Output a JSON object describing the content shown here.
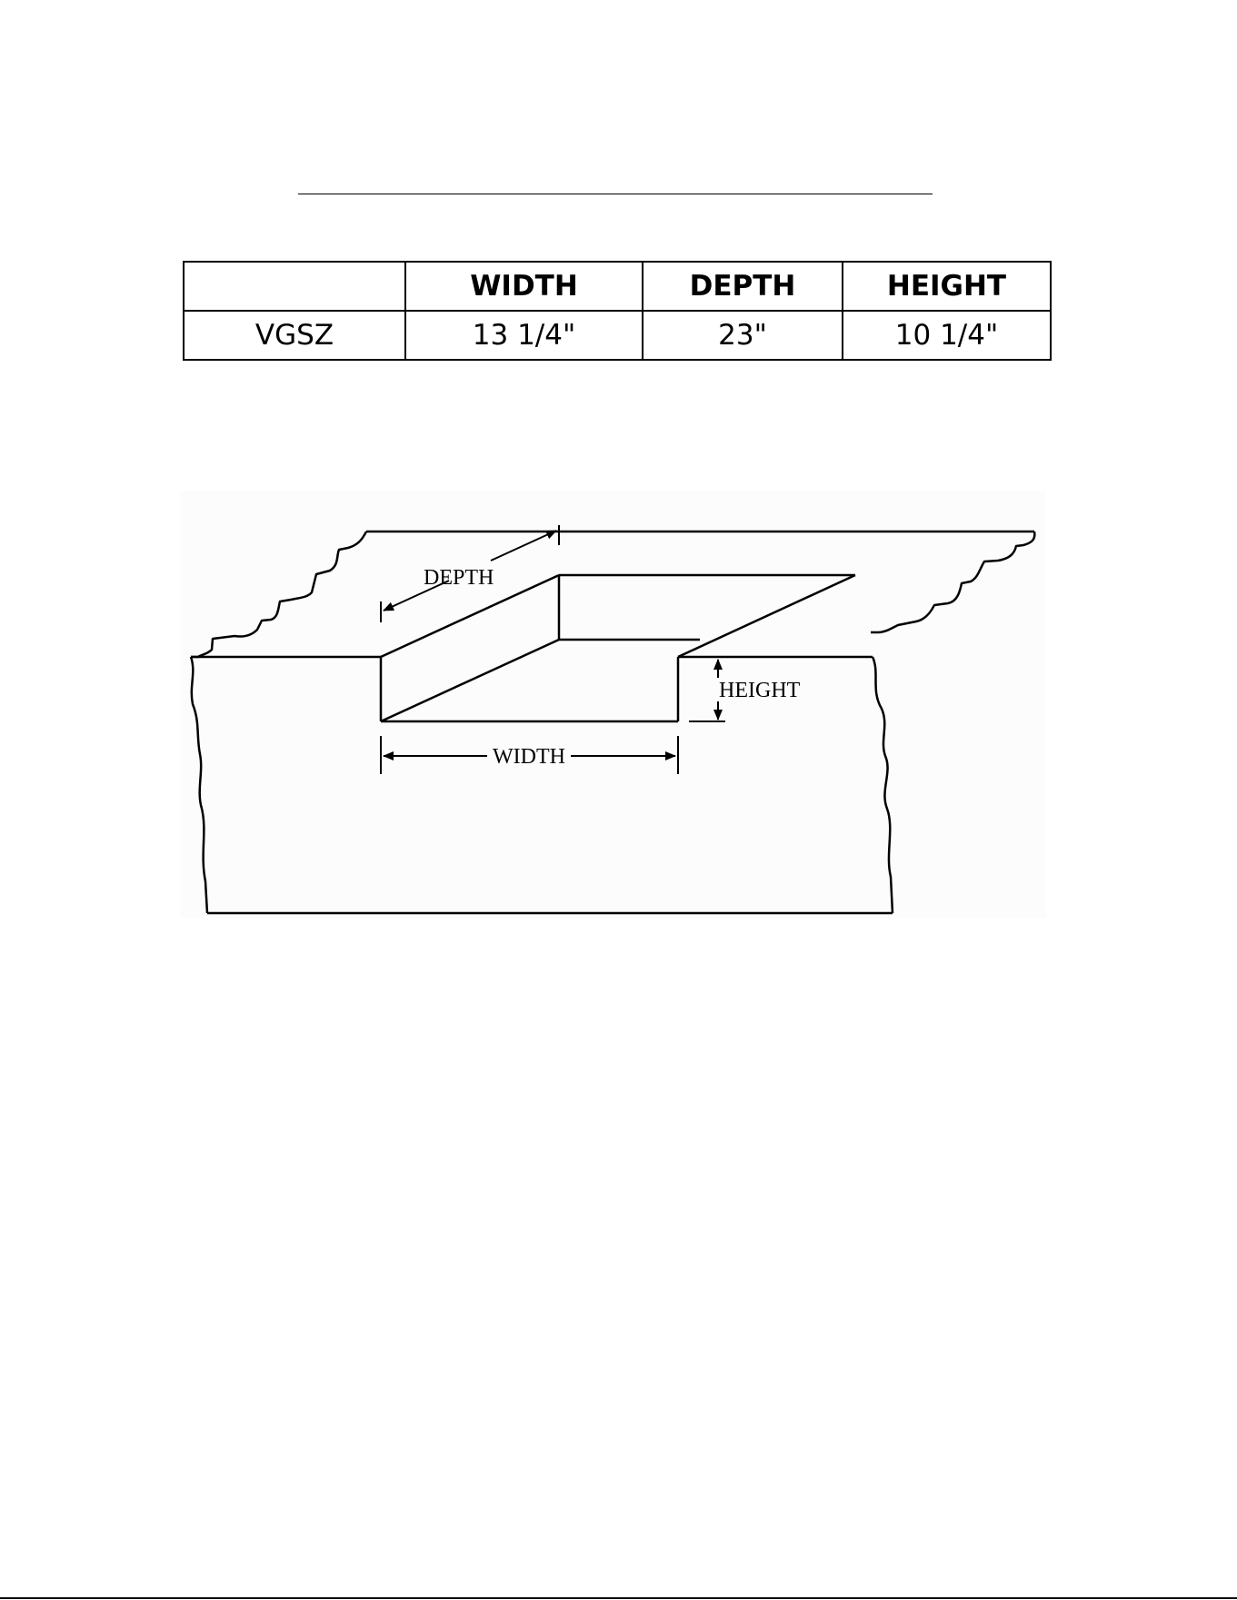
{
  "table": {
    "headers": [
      "",
      "WIDTH",
      "DEPTH",
      "HEIGHT"
    ],
    "rows": [
      [
        "VGSZ",
        "13 1/4\"",
        "23\"",
        "10 1/4\""
      ]
    ]
  },
  "diagram": {
    "labels": {
      "depth": "DEPTH",
      "height": "HEIGHT",
      "width": "WIDTH"
    }
  }
}
